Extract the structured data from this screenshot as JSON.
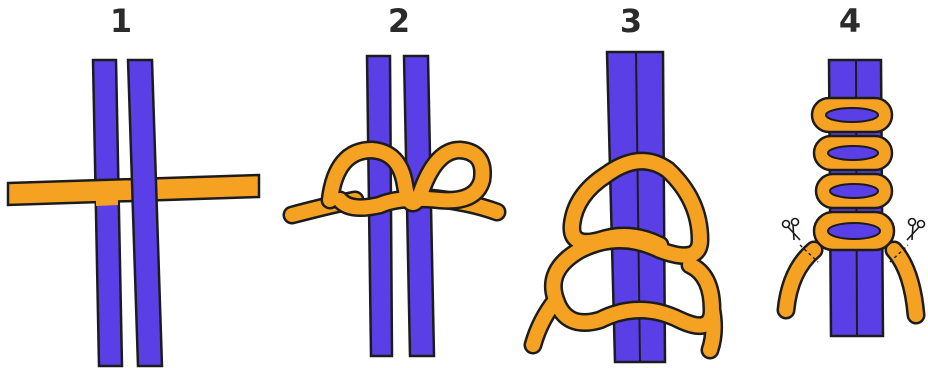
{
  "steps": [
    {
      "label": "1"
    },
    {
      "label": "2"
    },
    {
      "label": "3"
    },
    {
      "label": "4"
    }
  ],
  "colors": {
    "strap": "#5b3fe6",
    "cord": "#f5a223",
    "outline": "#1c1c1c"
  }
}
